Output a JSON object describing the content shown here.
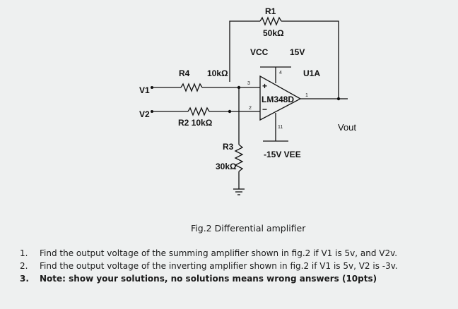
{
  "schematic": {
    "r1_name": "R1",
    "r1_value": "50kΩ",
    "vcc_label": "VCC",
    "vcc_value": "15V",
    "opamp_ref": "U1A",
    "opamp_model": "LM348D",
    "pin4": "4",
    "pin3": "3",
    "pin2": "2",
    "pin1": "1",
    "pin11": "11",
    "plus_sign": "+",
    "minus_sign": "−",
    "r4_name": "R4",
    "r4_value": "10kΩ",
    "r2_label": "R2  10kΩ",
    "r3_name": "R3",
    "r3_value": "30kΩ",
    "v1_label": "V1",
    "v2_label": "V2",
    "vout_label": "Vout",
    "vee_label": "-15V  VEE"
  },
  "caption": "Fig.2 Differential amplifier",
  "questions": [
    {
      "num": "1.",
      "text": "Find the output voltage of the summing amplifier shown in fig.2 if V1 is 5v, and V2v."
    },
    {
      "num": "2.",
      "text": "Find the output voltage of the inverting amplifier shown in fig.2 if V1 is 5v, V2 is -3v."
    },
    {
      "num": "3.",
      "text": "Note: show your solutions, no solutions means wrong answers (10pts)"
    }
  ]
}
